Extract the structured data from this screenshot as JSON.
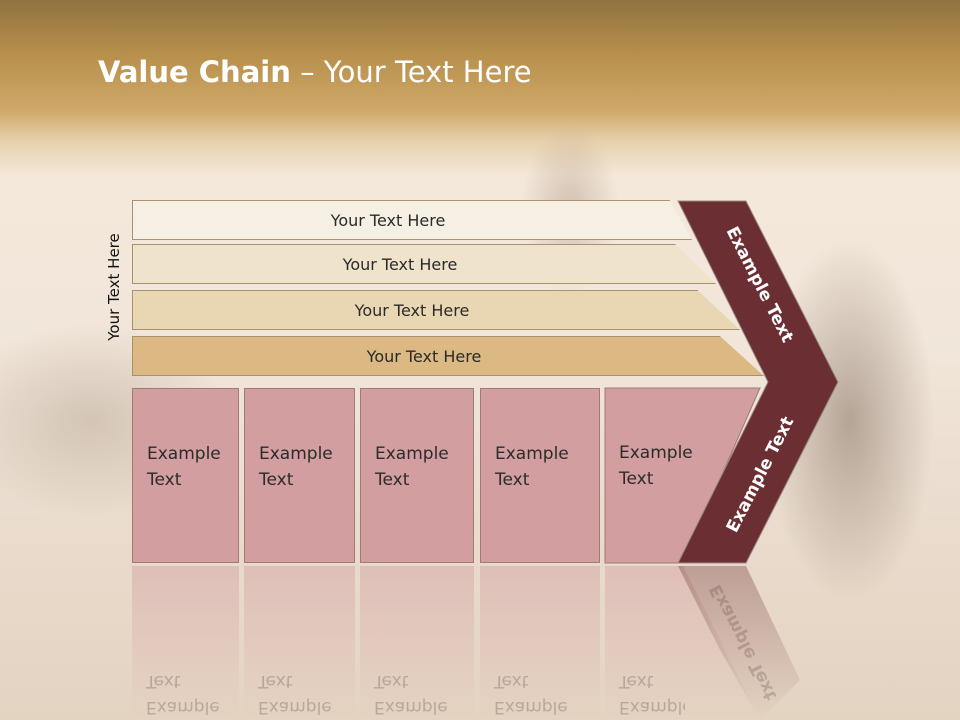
{
  "slide": {
    "title_bold": "Value Chain",
    "title_rest": " – Your Text Here",
    "side_label": "Your Text Here",
    "bands": [
      "Your Text Here",
      "Your Text Here",
      "Your Text Here",
      "Your Text Here"
    ],
    "boxes": [
      {
        "line1": "Example",
        "line2": "Text"
      },
      {
        "line1": "Example",
        "line2": "Text"
      },
      {
        "line1": "Example",
        "line2": "Text"
      },
      {
        "line1": "Example",
        "line2": "Text"
      },
      {
        "line1": "Example",
        "line2": "Text"
      }
    ],
    "arrow_upper": "Example Text",
    "arrow_lower": "Example Text"
  },
  "colors": {
    "arrow": "#6b2f33",
    "box": "#d29ea0",
    "title_text": "#ffffff"
  }
}
